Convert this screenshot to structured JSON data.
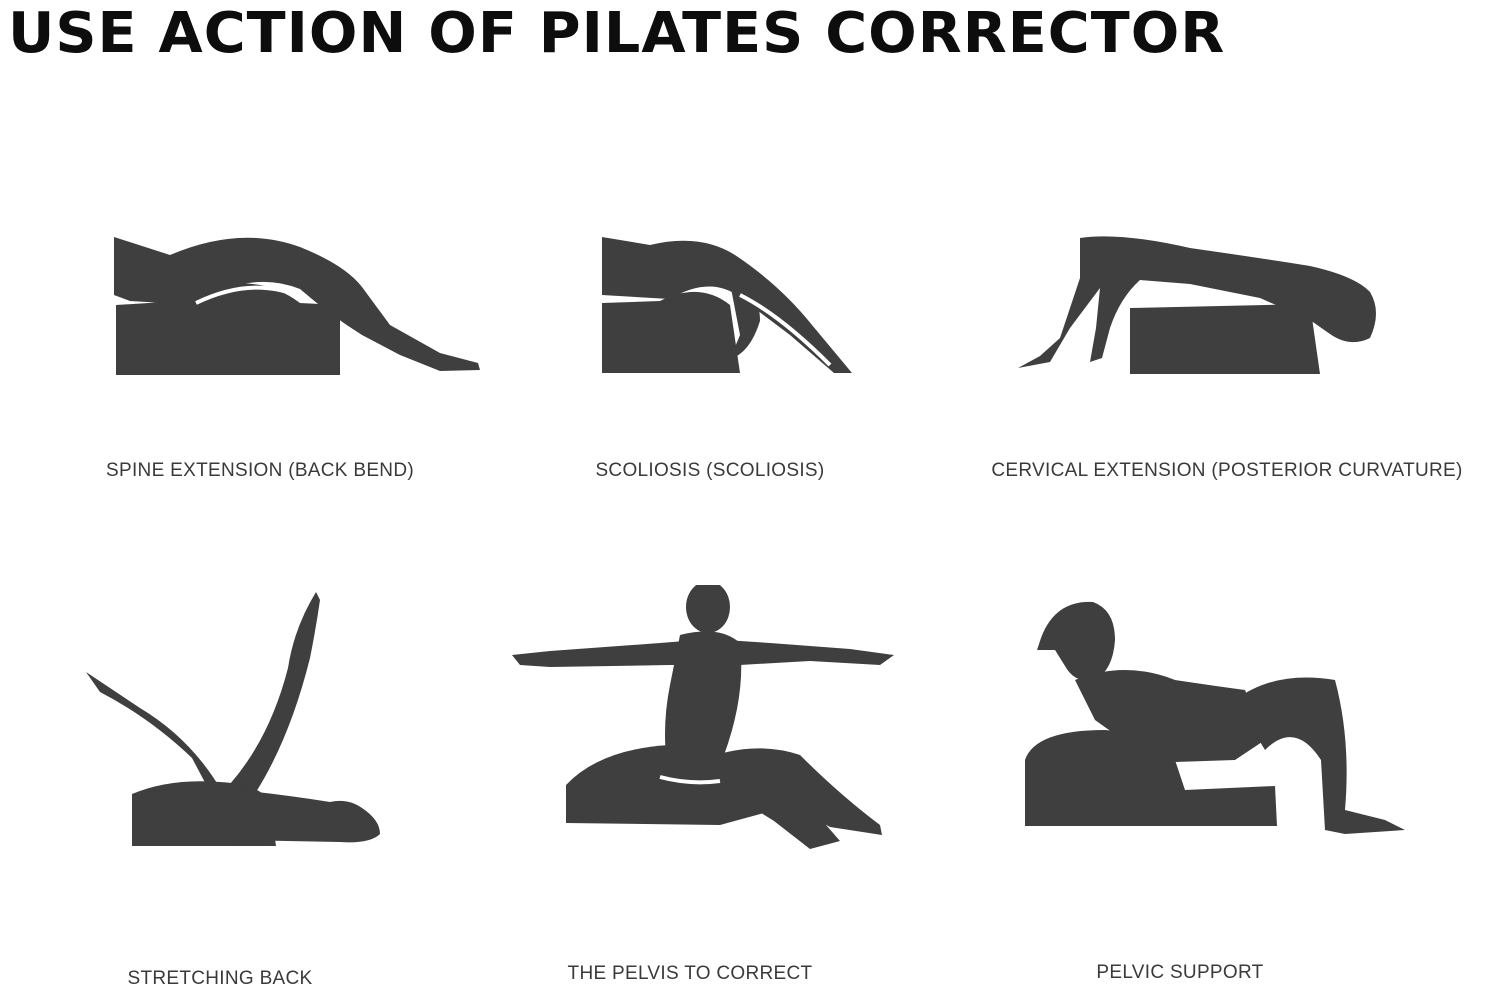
{
  "page": {
    "title": "USE ACTION OF PILATES CORRECTOR"
  },
  "colors": {
    "silhouette": "#3f3f3f",
    "background": "#ffffff",
    "caption": "#3a3a3a",
    "title": "#0d0d0d"
  },
  "actions": [
    {
      "caption": "SPINE EXTENSION (BACK BEND)",
      "icon": "spine-extension-illustration"
    },
    {
      "caption": "SCOLIOSIS (SCOLIOSIS)",
      "icon": "scoliosis-illustration"
    },
    {
      "caption": "CERVICAL EXTENSION (POSTERIOR CURVATURE)",
      "icon": "cervical-extension-illustration"
    },
    {
      "caption": "STRETCHING BACK",
      "icon": "stretching-back-illustration"
    },
    {
      "caption": "THE PELVIS TO CORRECT",
      "icon": "pelvis-correct-illustration"
    },
    {
      "caption": "PELVIC SUPPORT",
      "icon": "pelvic-support-illustration"
    }
  ]
}
